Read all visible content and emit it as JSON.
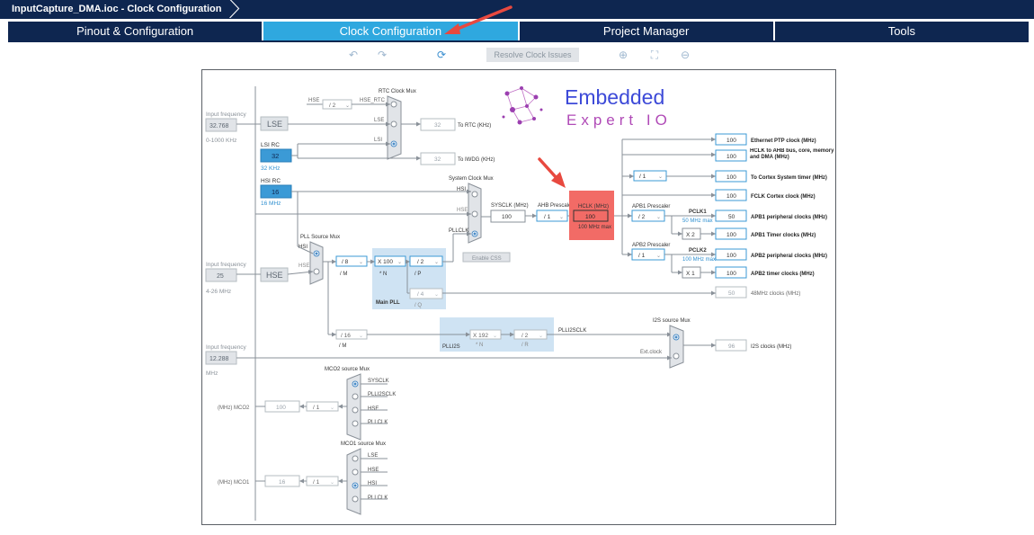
{
  "window": {
    "title": "InputCapture_DMA.ioc - Clock Configuration"
  },
  "tabs": [
    {
      "label": "Pinout & Configuration"
    },
    {
      "label": "Clock Configuration"
    },
    {
      "label": "Project Manager"
    },
    {
      "label": "Tools"
    }
  ],
  "toolbar": {
    "resolve_label": "Resolve Clock Issues"
  },
  "logo": {
    "line1": "Embedded",
    "line2": "Expert IO"
  },
  "left": {
    "input_freq_label": "Input frequency",
    "lse_value": "32.768",
    "lse_range": "0-1000 KHz",
    "lse_label": "LSE",
    "lsi_title": "LSI RC",
    "lsi_value": "32",
    "lsi_unit": "32 KHz",
    "hsi_title": "HSI RC",
    "hsi_value": "16",
    "hsi_unit": "16 MHz",
    "hse_value": "25",
    "hse_range": "4-26 MHz",
    "hse_label": "HSE",
    "ext_value": "12.288",
    "ext_unit": "MHz"
  },
  "rtc": {
    "title": "RTC Clock Mux",
    "hse_label": "HSE",
    "hse_div": "/ 2",
    "hse_rtc": "HSE_RTC",
    "lse": "LSE",
    "lsi": "LSI",
    "rtc_value": "32",
    "rtc_label": "To RTC (KHz)",
    "iwdg_value": "32",
    "iwdg_label": "To IWDG (KHz)"
  },
  "sysmux": {
    "title": "System Clock Mux",
    "hsi": "HSI",
    "hse": "HSE",
    "pllclk": "PLLCLK",
    "enable_css": "Enable CSS"
  },
  "sysclk": {
    "label": "SYSCLK (MHz)",
    "value": "100"
  },
  "ahb": {
    "label": "AHB Prescaler",
    "value": "/ 1"
  },
  "hclk": {
    "label": "HCLK (MHz)",
    "value": "100",
    "max": "100 MHz max"
  },
  "pll": {
    "source_title": "PLL Source Mux",
    "hsi": "HSI",
    "hse": "HSE",
    "m_value": "/ 8",
    "m_label": "/ M",
    "n_value": "X 100",
    "n_label": "* N",
    "p_value": "/ 2",
    "p_label": "/ P",
    "q_value": "/ 4",
    "q_label": "/ Q",
    "main_label": "Main PLL"
  },
  "outputs": [
    {
      "value": "100",
      "label": "Ethernet PTP clock (MHz)"
    },
    {
      "value": "100",
      "label": "HCLK to AHB bus, core, memory and DMA (MHz)"
    },
    {
      "value": "100",
      "label": "To Cortex System timer (MHz)"
    },
    {
      "value": "100",
      "label": "FCLK Cortex clock (MHz)"
    },
    {
      "value": "50",
      "label": "APB1 peripheral clocks (MHz)"
    },
    {
      "value": "100",
      "label": "APB1 Timer clocks (MHz)"
    },
    {
      "value": "100",
      "label": "APB2 peripheral clocks (MHz)"
    },
    {
      "value": "100",
      "label": "APB2 timer clocks (MHz)"
    },
    {
      "value": "50",
      "label": "48MHz clocks (MHz)"
    },
    {
      "value": "96",
      "label": "I2S clocks (MHz)"
    }
  ],
  "cortex_div": "/ 1",
  "apb1": {
    "title": "APB1 Prescaler",
    "value": "/ 2",
    "pclk": "PCLK1",
    "max": "50 MHz max",
    "mult": "X 2"
  },
  "apb2": {
    "title": "APB2 Prescaler",
    "value": "/ 1",
    "pclk": "PCLK2",
    "max": "100 MHz max",
    "mult": "X 1"
  },
  "plli2s": {
    "m_value": "/ 16",
    "m_label": "/ M",
    "n_value": "X 192",
    "n_label": "* N",
    "r_value": "/ 2",
    "r_label": "/ R",
    "title": "PLLI2S",
    "clk_label": "PLLI2SCLK",
    "mux_title": "I2S source Mux",
    "ext_clock": "Ext.clock"
  },
  "mco2": {
    "title": "MCO2 source Mux",
    "inputs": [
      "SYSCLK",
      "PLLI2SCLK",
      "HSE",
      "PLLCLK"
    ],
    "div": "/ 1",
    "value": "100",
    "label": "(MHz) MCO2"
  },
  "mco1": {
    "title": "MCO1 source Mux",
    "inputs": [
      "LSE",
      "HSE",
      "HSI",
      "PLLCLK"
    ],
    "div": "/ 1",
    "value": "16",
    "label": "(MHz) MCO1"
  },
  "colors": {
    "navy": "#0e2650",
    "active_tab": "#2fa8df",
    "highlight": "#f26b66",
    "selected_box": "#3b9ad6",
    "pll_region": "#cfe3f3"
  }
}
